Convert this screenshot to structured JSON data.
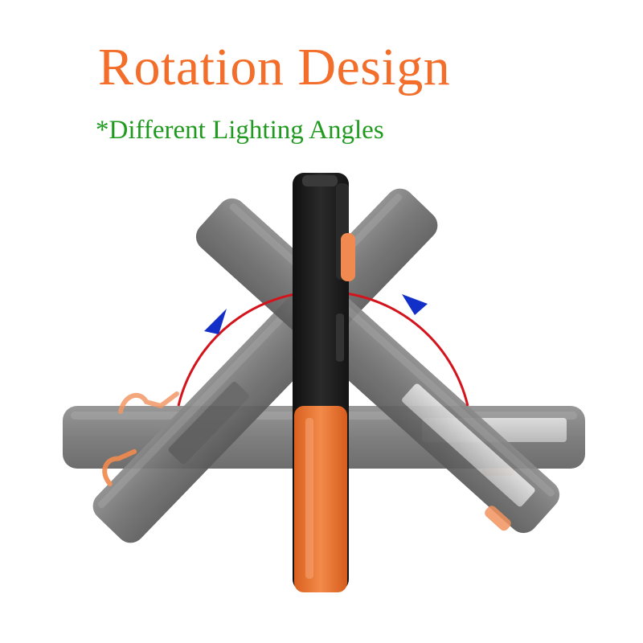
{
  "heading": {
    "title": "Rotation Design",
    "subtitle": "*Different Lighting Angles"
  },
  "colors": {
    "title": "#f26e2a",
    "subtitle": "#1f9a1f",
    "arc": "#d4141c",
    "arrowhead": "#1230c8",
    "body_dark": "#1a1a1a",
    "body_gray": "#6b6b6b",
    "accent_orange": "#f07c3c",
    "cob_strip": "#d9d9d9"
  },
  "illustration": {
    "subject": "work-light",
    "positions": [
      "horizontal",
      "tilted-left",
      "tilted-right",
      "vertical"
    ]
  }
}
